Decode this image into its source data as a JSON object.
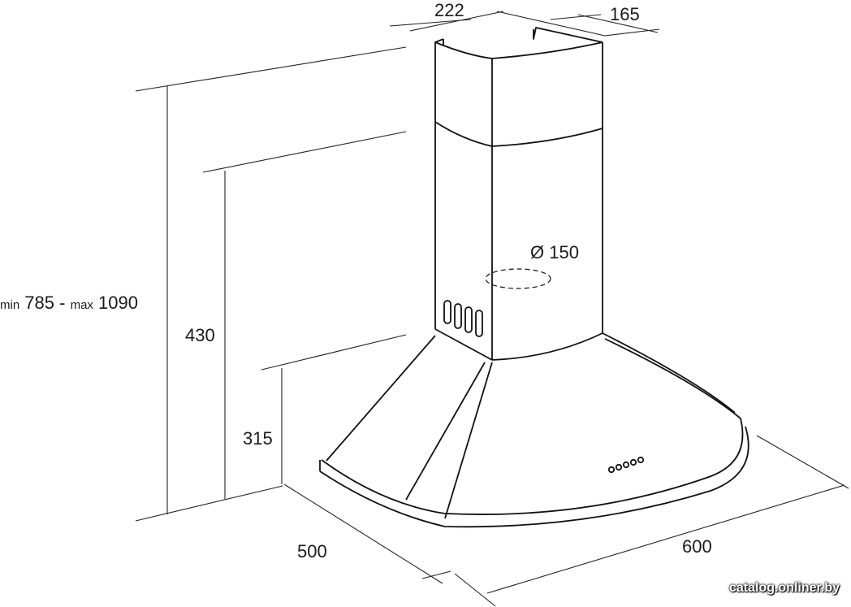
{
  "dimensions": {
    "top_width": "222",
    "top_depth": "165",
    "min_prefix": "min",
    "min_value": "785 -",
    "max_prefix": "max",
    "max_value": "1090",
    "chimney_height": "430",
    "hood_height": "315",
    "duct_diameter": "Ø 150",
    "depth": "500",
    "width": "600"
  },
  "watermark": "catalog.onliner.by"
}
